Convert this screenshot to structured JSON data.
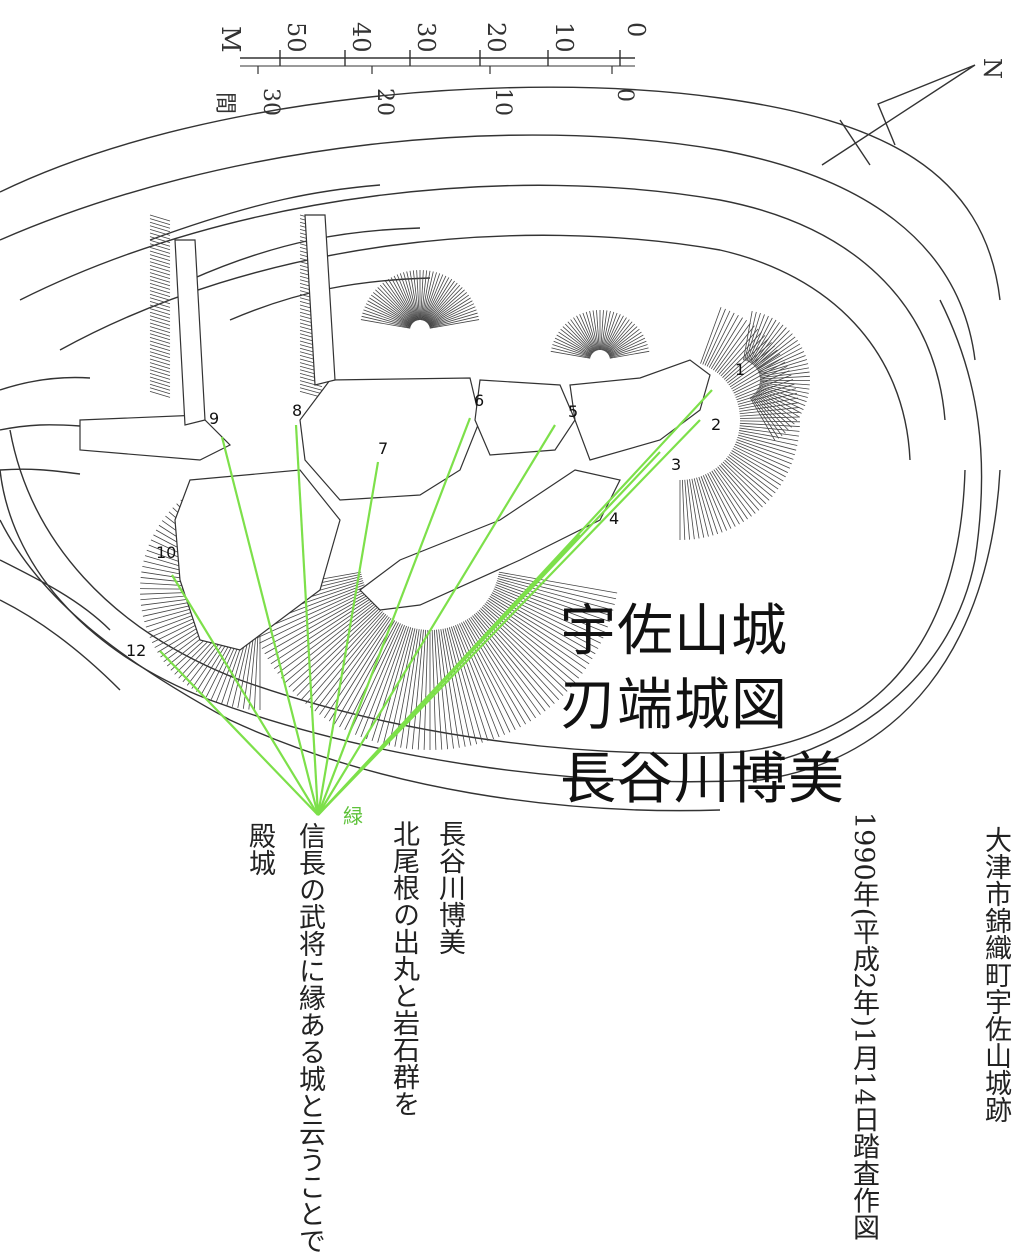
{
  "title_lines": [
    "宇佐山城",
    "刃端城図",
    "長谷川博美"
  ],
  "viewpoint_label": "緑",
  "points": [
    {
      "label": "1"
    },
    {
      "label": "2"
    },
    {
      "label": "3"
    },
    {
      "label": "4"
    },
    {
      "label": "5"
    },
    {
      "label": "6"
    },
    {
      "label": "7"
    },
    {
      "label": "8"
    },
    {
      "label": "9"
    },
    {
      "label": "10"
    },
    {
      "label": "12"
    }
  ],
  "scale_bar": {
    "unit_top": "M",
    "unit_bottom": "間",
    "top_ticks": [
      "50",
      "40",
      "30",
      "20",
      "10",
      "0"
    ],
    "bottom_ticks": [
      "30",
      "20",
      "10",
      "0"
    ]
  },
  "north_label": "N",
  "source_note": [
    "大津市錦織町宇佐山城跡",
    "1990年(平成2年)1月14日踏査作図",
    "長谷川博美",
    "北尾根の出丸と岩石群を",
    "信長の武将に縁ある城と云うことで",
    "殿城"
  ],
  "colors": {
    "sight_line": "#7de04a",
    "ink": "#222222",
    "viewpoint": "#5ec23a"
  }
}
